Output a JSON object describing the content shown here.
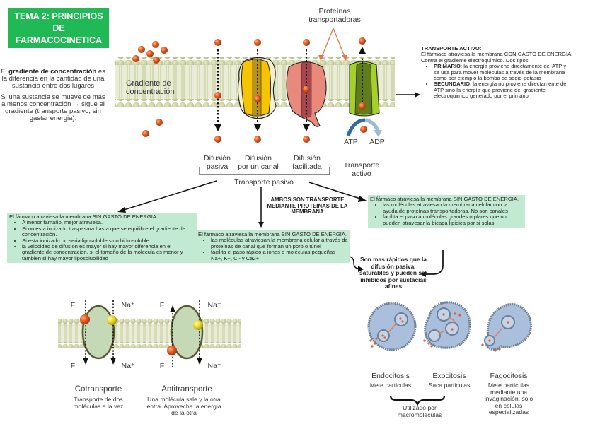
{
  "title": {
    "line1": "TEMA 2: PRINCIPIOS",
    "line2": "DE FARMACOCINETICA"
  },
  "colors": {
    "title_bg": "#20b956",
    "note_bg": "#c2ead3",
    "membrane": "#c9cf9c",
    "molecule": "#e05a20",
    "channel_yellow": "#f5c400",
    "carrier_pink": "#e5877a",
    "pump_green": "#a6cf2a",
    "cell_blue": "#a9bfdc"
  },
  "gradient_explanation": {
    "p1_prefix": "El ",
    "p1_bold": "gradiente de concentración",
    "p1_rest": " es la diferencia en la cantidad de una sustancia entre dos lugares",
    "p2": "Si una sustancia se mueve de más a menos concentración → sigue el gradiente (transporte pasivo, sin gastar energia)."
  },
  "diagram": {
    "gradient_label_1": "Gradiente de",
    "gradient_label_2": "concentración",
    "proteins_label_1": "Proteínas",
    "proteins_label_2": "transportadoras",
    "atp": "ATP",
    "adp": "ADP",
    "difusion_pasiva_1": "Difusión",
    "difusion_pasiva_2": "pasiva",
    "difusion_canal_1": "Difusión",
    "difusion_canal_2": "por un canal",
    "difusion_facilitada_1": "Difusión",
    "difusion_facilitada_2": "facilitada",
    "transporte_activo_1": "Transporte",
    "transporte_activo_2": "activo",
    "transporte_pasivo": "Transporte pasivo"
  },
  "active_transport": {
    "heading": "TRANSPORTE ACTIVO:",
    "intro": "El fármaco atraviesa la membrana CON GASTO DE ENERGIA. Contra el gradiente electroquimico. Dos tipos:",
    "items": [
      {
        "bold": "PRIMARIO",
        "text": ": la energía proviene directamente del ATP y se usa para mover moléculas a través de la membrana como por ejemplo la bomba de sodio-potasio"
      },
      {
        "bold": "SECUNDARIO",
        "text": ": la energía no proviene directamente de ATP sino la energía que proviene del gradiente electroquimico generado por el primario"
      }
    ]
  },
  "passive_note": {
    "intro": "El fármaco atraviesa la membrana SIN GASTO DE ENERGIA.",
    "items": [
      "A menor tamaño, mejor atraviesa.",
      "Si no esta ionizado traspasara hasta que se equilibre el gradiente de concentración.",
      "Si esta ionizado no seria liposoluble sino hidrosoluble",
      "la velocidad de difusion es mayor si hay mayor diferencia en el gradiente de concentracion, si el tamaño de la molecula es menor y tambien si hay mayor liposolubilidad"
    ]
  },
  "ambos_note": "AMBOS SON TRANSPORTE MEDIANTE PROTEINAS DE LA MEMBRANA",
  "channel_note": {
    "intro": "El fármaco atraviesa la membrana SIN GASTO DE ENERGIA.",
    "items": [
      "las moléculas atraviesan la membrana celular a través de proteínas de canal que forman un poro o túnel",
      "facilita el paso rápido a iones o moléculas pequeñas Na+, K+, Cl- y Ca2+"
    ]
  },
  "facilitated_note": {
    "intro": "El fármaco atraviesa la membrana SIN GASTO DE ENERGIA.",
    "items": [
      "las moléculas atraviesan la membrana celular con la ayuda de proteínas transportadoras. No son canales",
      "facilita el paso a moléculas grandes o plares que no pueden atravesar la bicapa lipidica por si solas"
    ]
  },
  "rapidos_note": "Son mas rápidos que la difusión pasiva, saturables y pueden ser inhibidos por sustacias afines",
  "cotransport": {
    "f": "F",
    "na": "Na⁺",
    "cotransporte_title": "Cotransporte",
    "cotransporte_desc": "Transporte de dos moléculas a la vez",
    "antitransporte_title": "Antitransporte",
    "antitransporte_desc": "Una molécula sale y la otra entra. Aprovecha la energia de la otra"
  },
  "cytosis": {
    "endo_title": "Endocitosis",
    "endo_desc": "Mete particulas",
    "exo_title": "Exocitosis",
    "exo_desc": "Saca particulas",
    "fago_title": "Fagocitosis",
    "fago_desc": "Mete particulas mediante una invaginación, solo en células especializadas",
    "macro_note": "Utilizado por macromoleculas"
  }
}
